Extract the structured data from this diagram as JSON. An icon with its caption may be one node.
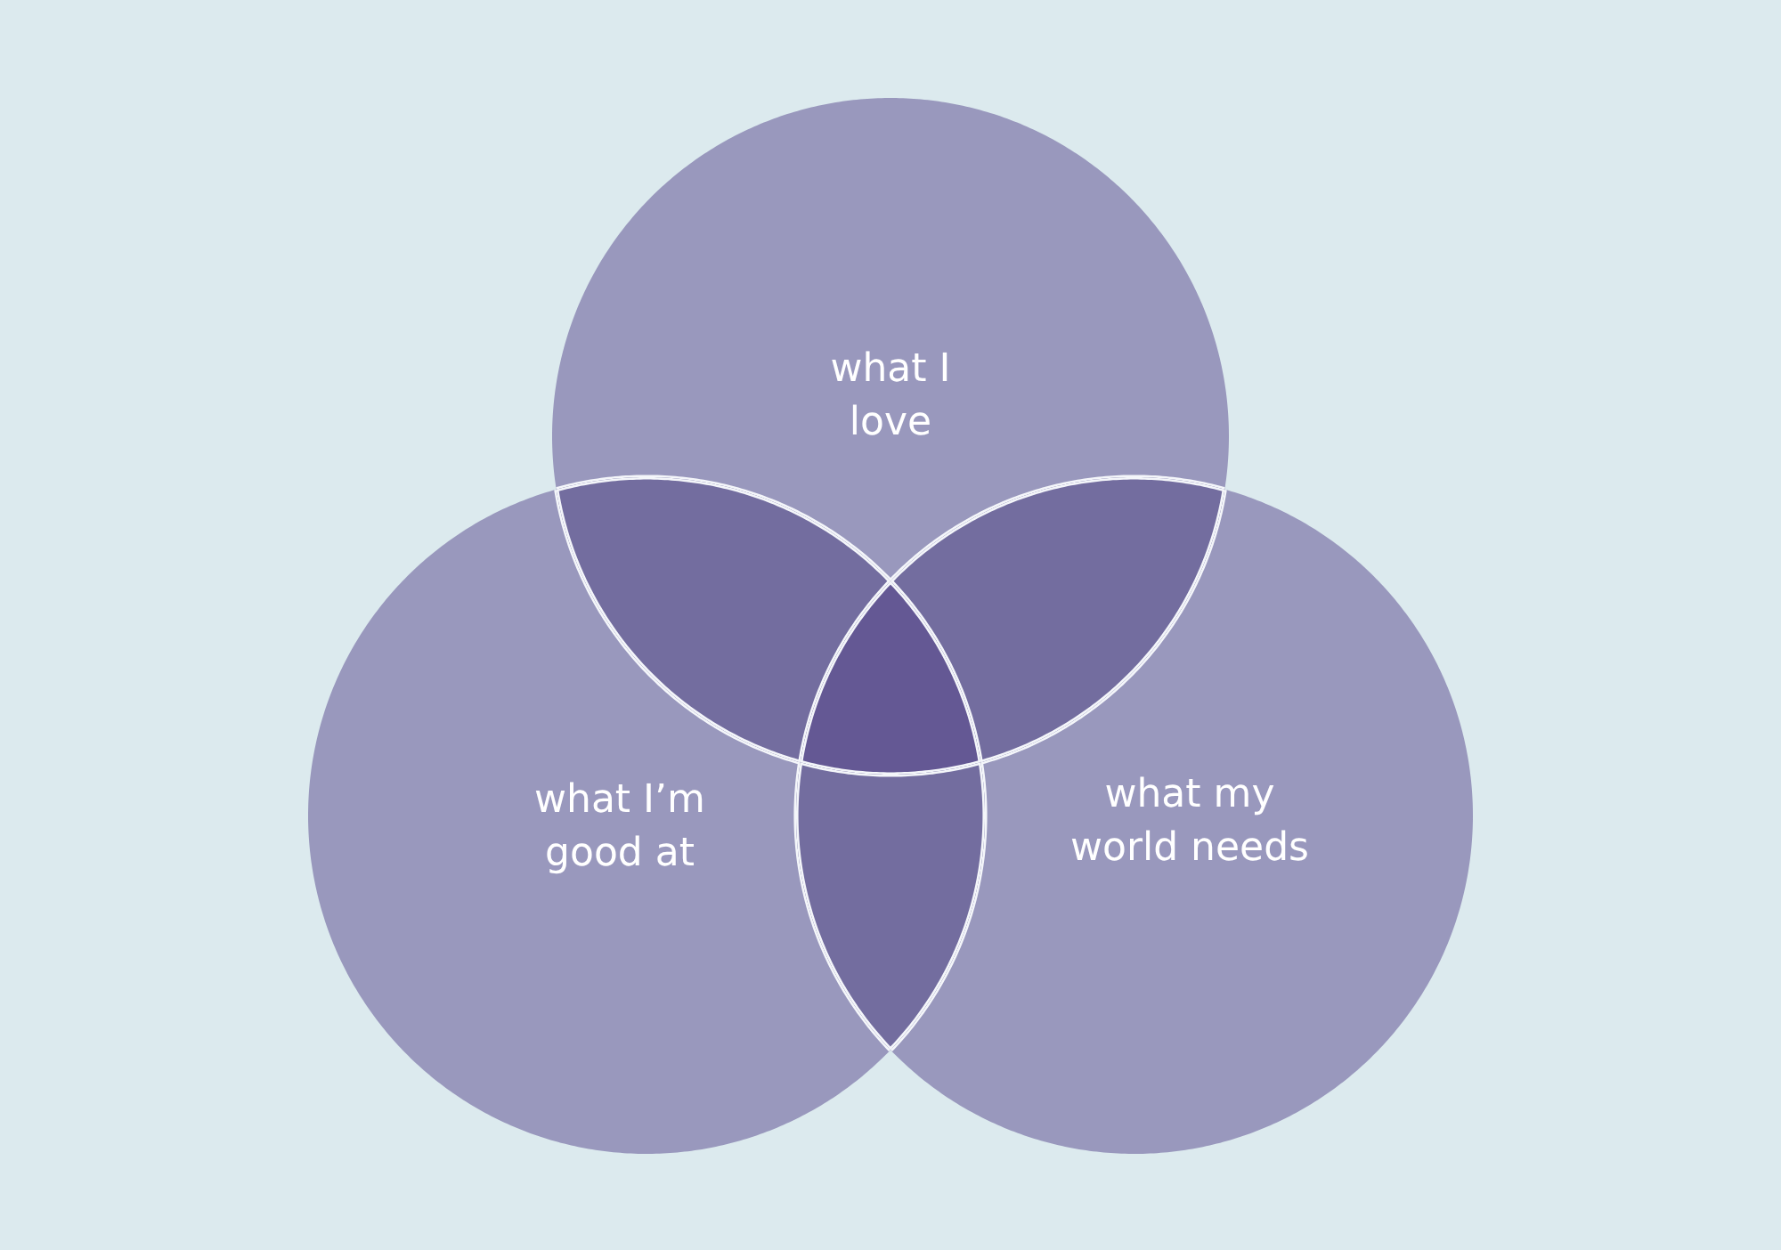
{
  "diagram": {
    "nodes": [
      {
        "text": [
          "what I love"
        ]
      },
      {
        "text": [
          "what I’m good at"
        ]
      },
      {
        "text": [
          "what my world needs"
        ]
      },
      {
        "text": [],
        "shape": "lens"
      },
      {
        "text": [],
        "shape": "lens"
      },
      {
        "text": [],
        "shape": "triangle"
      },
      {
        "text": [],
        "shape": "lens"
      }
    ]
  }
}
